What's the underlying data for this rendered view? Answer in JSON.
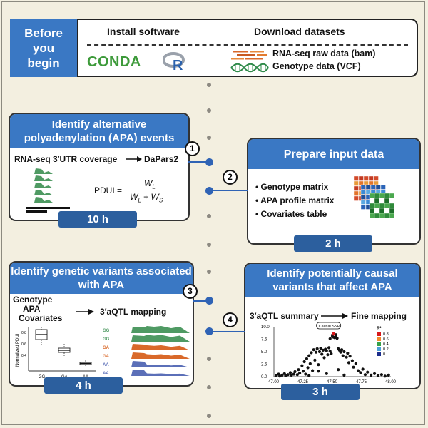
{
  "before": {
    "label": [
      "Before",
      "you",
      "begin"
    ],
    "install_heading": "Install software",
    "download_heading": "Download datasets",
    "conda": "CONDA",
    "r_letter": "R",
    "rnaseq": "RNA-seq raw data (bam)",
    "genotype": "Genotype data (VCF)"
  },
  "steps": [
    {
      "num": "1",
      "title": "Identify alternative polyadenylation (APA) events",
      "line_left": "RNA-seq 3′UTR coverage",
      "line_right": "DaPars2",
      "formula": {
        "lhs": "PDUI =",
        "num": "W",
        "num_sub": "L",
        "den_a": "W",
        "den_a_sub": "L",
        "plus": "+",
        "den_b": "W",
        "den_b_sub": "S"
      },
      "time": "10 h"
    },
    {
      "num": "2",
      "title": "Prepare input data",
      "bullets": [
        "Genotype matrix",
        "APA profile matrix",
        "Covariates table"
      ],
      "time": "2 h"
    },
    {
      "num": "3",
      "title": "Identify genetic variants associated with APA",
      "inputs": [
        "Genotype",
        "APA",
        "Covariates"
      ],
      "output": "3′aQTL mapping",
      "boxplot": {
        "ylabel": "Normalized PDUI",
        "xticks": [
          "GG",
          "GA",
          "AA"
        ],
        "yticks": [
          "0.8",
          "0.6",
          "0.4"
        ]
      },
      "track_labels": [
        "GG",
        "GG",
        "GA",
        "GA",
        "AA",
        "AA"
      ],
      "time": "4 h"
    },
    {
      "num": "4",
      "title": "Identify potentially causal variants that affect APA",
      "line_left": "3′aQTL summary",
      "line_right": "Fine mapping",
      "time": "3 h"
    }
  ],
  "chart_data": {
    "type": "scatter",
    "title": "",
    "xlabel": "",
    "ylabel": "",
    "xlim": [
      47.0,
      48.0
    ],
    "ylim": [
      0,
      10
    ],
    "xticks": [
      "47.00",
      "47.25",
      "47.50",
      "47.75",
      "48.00"
    ],
    "yticks": [
      "0.0",
      "2.5",
      "5.0",
      "7.5",
      "10.0"
    ],
    "annotation": "Causal SNP",
    "legend_title": "R²",
    "legend": [
      {
        "label": "0.8",
        "color": "#d7191c"
      },
      {
        "label": "0.6",
        "color": "#f28a2a"
      },
      {
        "label": "0.4",
        "color": "#35a24a"
      },
      {
        "label": "0.2",
        "color": "#4aa0d8"
      },
      {
        "label": "0",
        "color": "#1c2d8c"
      }
    ],
    "points": [
      [
        47.02,
        0.2
      ],
      [
        47.04,
        0.5
      ],
      [
        47.05,
        0.1
      ],
      [
        47.07,
        0.3
      ],
      [
        47.09,
        0.6
      ],
      [
        47.1,
        0.2
      ],
      [
        47.12,
        0.4
      ],
      [
        47.14,
        0.8
      ],
      [
        47.15,
        0.3
      ],
      [
        47.17,
        0.5
      ],
      [
        47.18,
        1.0
      ],
      [
        47.2,
        0.4
      ],
      [
        47.21,
        1.4
      ],
      [
        47.22,
        0.7
      ],
      [
        47.24,
        2.2
      ],
      [
        47.25,
        1.1
      ],
      [
        47.26,
        3.0
      ],
      [
        47.27,
        0.5
      ],
      [
        47.28,
        3.6
      ],
      [
        47.29,
        1.8
      ],
      [
        47.3,
        4.2
      ],
      [
        47.31,
        2.6
      ],
      [
        47.32,
        4.8
      ],
      [
        47.33,
        1.2
      ],
      [
        47.34,
        5.4
      ],
      [
        47.35,
        3.3
      ],
      [
        47.36,
        4.9
      ],
      [
        47.37,
        5.6
      ],
      [
        47.38,
        2.4
      ],
      [
        47.39,
        5.0
      ],
      [
        47.4,
        5.7
      ],
      [
        47.41,
        4.5
      ],
      [
        47.42,
        5.3
      ],
      [
        47.43,
        3.8
      ],
      [
        47.44,
        5.5
      ],
      [
        47.45,
        5.2
      ],
      [
        47.46,
        4.4
      ],
      [
        47.47,
        5.8
      ],
      [
        47.48,
        5.1
      ],
      [
        47.49,
        4.6
      ],
      [
        47.5,
        8.0
      ],
      [
        47.51,
        7.9
      ],
      [
        47.52,
        7.8
      ],
      [
        47.53,
        8.1
      ],
      [
        47.54,
        7.7
      ],
      [
        47.55,
        5.6
      ],
      [
        47.56,
        5.3
      ],
      [
        47.57,
        4.9
      ],
      [
        47.58,
        5.4
      ],
      [
        47.59,
        4.2
      ],
      [
        47.6,
        5.0
      ],
      [
        47.62,
        3.9
      ],
      [
        47.63,
        4.7
      ],
      [
        47.64,
        2.8
      ],
      [
        47.65,
        4.1
      ],
      [
        47.67,
        3.2
      ],
      [
        47.68,
        1.9
      ],
      [
        47.7,
        2.6
      ],
      [
        47.72,
        1.2
      ],
      [
        47.74,
        0.8
      ],
      [
        47.76,
        1.5
      ],
      [
        47.78,
        0.4
      ],
      [
        47.8,
        0.9
      ],
      [
        47.83,
        0.3
      ],
      [
        47.86,
        0.6
      ],
      [
        47.89,
        0.2
      ],
      [
        47.92,
        0.4
      ],
      [
        47.95,
        0.1
      ],
      [
        47.98,
        0.3
      ],
      [
        47.5,
        8.3
      ],
      [
        47.53,
        8.4
      ],
      [
        47.48,
        7.6
      ],
      [
        47.3,
        0.2
      ],
      [
        47.45,
        0.6
      ],
      [
        47.6,
        0.3
      ],
      [
        47.38,
        1.1
      ],
      [
        47.55,
        1.4
      ]
    ],
    "causal_snp": [
      47.51,
      8.6
    ]
  }
}
